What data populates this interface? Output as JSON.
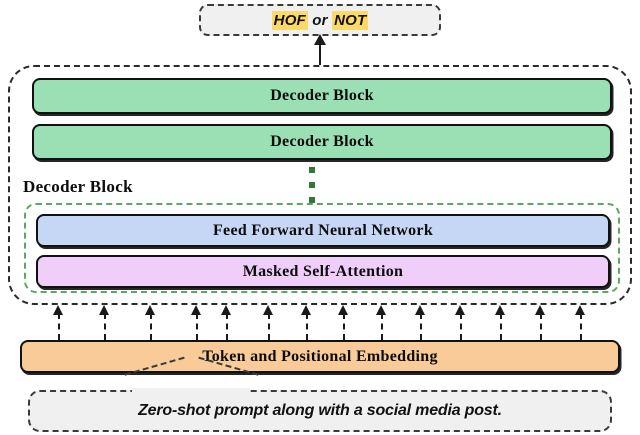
{
  "diagram": {
    "title": "Zero-shot hate speech classification decoder-only LLM architecture",
    "output": {
      "label_positive": "HOF",
      "conjunction": " or ",
      "label_negative": "NOT",
      "highlight_color": "#fdd966"
    },
    "decoder_stack": {
      "blocks": [
        {
          "label": "Decoder Block",
          "color": "#9be0b4"
        },
        {
          "label": "Decoder Block",
          "color": "#9be0b4"
        }
      ],
      "ellipsis_dot_color": "#2f7a36",
      "ellipsis_dot_count": 3,
      "inner_block": {
        "label": "Decoder Block",
        "border_color": "#5aa862",
        "layers": [
          {
            "label": "Feed Forward Neural Network",
            "color": "#c6d7f5"
          },
          {
            "label": "Masked Self-Attention",
            "color": "#efcffa"
          }
        ]
      }
    },
    "token_arrows": {
      "count": 14,
      "positions": [
        58,
        104,
        150,
        196,
        226,
        268,
        306,
        343,
        381,
        420,
        460,
        500,
        540,
        580
      ]
    },
    "embedding": {
      "label": "Token and Positional Embedding",
      "color": "#f8cb99"
    },
    "prompt": {
      "text": "Zero-shot prompt along with a social media post.",
      "background": "#f0f0f0"
    }
  }
}
